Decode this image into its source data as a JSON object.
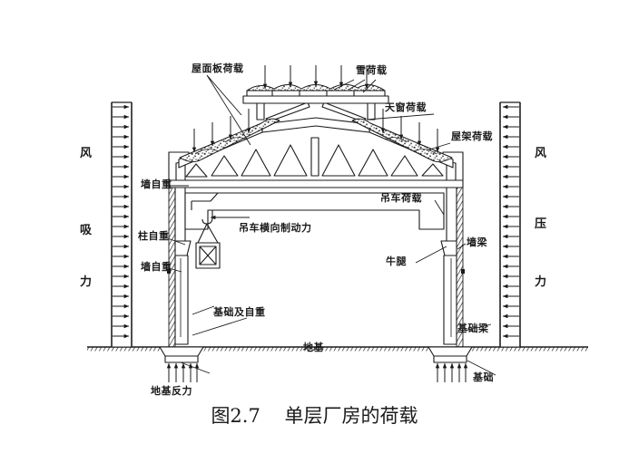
{
  "figure": {
    "caption": "图2.7    单层厂房的荷载",
    "ink_color": "#1a1a1a",
    "fill_color": "#ffffff",
    "background": "#ffffff"
  },
  "labels": {
    "roof_panel_load": "屋面板荷载",
    "snow_load": "雪荷载",
    "skylight_load": "天窗荷载",
    "truss_load": "屋架荷载",
    "wall_self_weight_upper": "墙自重",
    "column_self_weight": "柱自重",
    "wall_self_weight_lower": "墙自重",
    "crane_load": "吊车荷载",
    "crane_lateral_braking_force": "吊车横向制动力",
    "corbel": "牛腿",
    "wall_beam": "墙梁",
    "foundation_and_self_weight": "基础及自重",
    "foundation_beam": "基础梁",
    "foundation": "基础",
    "subgrade": "地基",
    "subgrade_reaction": "地基反力"
  },
  "wind_left": {
    "chars": [
      "风",
      "吸",
      "力"
    ],
    "full": "风吸力",
    "direction": "right",
    "arrow_count": 24
  },
  "wind_right": {
    "chars": [
      "风",
      "压",
      "力"
    ],
    "full": "风压力",
    "direction": "left",
    "arrow_count": 24
  },
  "load_arrows": {
    "roof_left_count": 6,
    "roof_right_count": 6,
    "skylight_count": 5,
    "subgrade_reaction_count": 5
  }
}
